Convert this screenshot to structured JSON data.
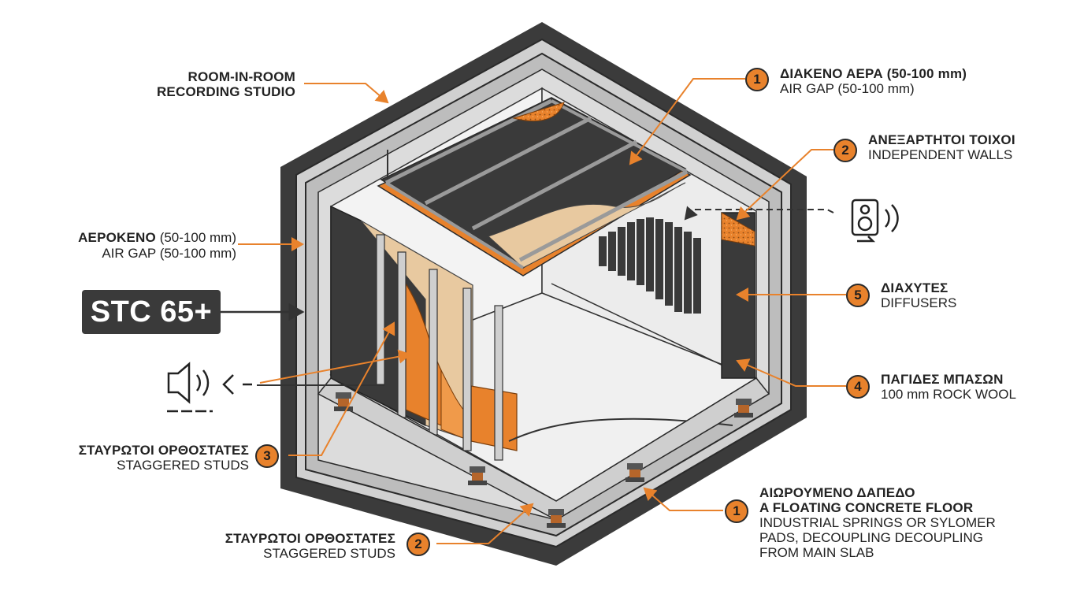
{
  "title": {
    "line1": "ROOM-IN-ROOM",
    "line2": "RECORDING STUDIO"
  },
  "stc_badge": "STC 65+",
  "callouts": {
    "air_gap_left": {
      "greek": "ΑΕΡΟΚΕΝΟ",
      "greek_suffix": " (50-100 mm)",
      "english": "AIR GAP (50-100 mm)"
    },
    "air_gap_top": {
      "number": "1",
      "greek": "ΔΙΑΚΕΝΟ ΑΕΡΑ (50-100 mm)",
      "english": "AIR GAP (50-100 mm)"
    },
    "independent_walls": {
      "number": "2",
      "greek": "ΑΝΕΞΑΡΤΗΤΟΙ ΤΟΙΧΟΙ",
      "english": "INDEPENDENT WALLS"
    },
    "diffusers": {
      "number": "5",
      "greek": "ΔΙΑΧΥΤΕΣ",
      "english": "DIFFUSERS"
    },
    "bass_traps": {
      "number": "4",
      "greek": "ΠΑΓΙΔΕΣ ΜΠΑΣΩΝ",
      "english": "100 mm ROCK WOOL"
    },
    "staggered_studs_mid": {
      "number": "3",
      "greek": "ΣΤΑΥΡΩΤΟΙ ΟΡΘΟΣΤΑΤΕΣ",
      "english": "STAGGERED STUDS"
    },
    "staggered_studs_bottom": {
      "number": "2",
      "greek": "ΣΤΑΥΡΩΤΟΙ ΟΡΘΟΣΤΑΤΕΣ",
      "english": "STAGGERED STUDS"
    },
    "floating_floor": {
      "number": "1",
      "greek": "ΑΙΩΡΟΥΜΕΝΟ ΔΑΠΕΔΟ",
      "english_bold": "A FLOATING CONCRETE FLOOR",
      "line3": "INDUSTRIAL SPRINGS OR SYLOMER",
      "line4": "PADS, DECOUPLING DECOUPLING",
      "line5": "FROM MAIN SLAB"
    }
  },
  "colors": {
    "accent_orange": "#e8822c",
    "dark_panel": "#3a3a3a",
    "outer_shell": "#3b3b3b",
    "wall_gray": "#bdbdbd"
  },
  "icons": [
    "speaker-icon",
    "sound-wave-icon"
  ]
}
